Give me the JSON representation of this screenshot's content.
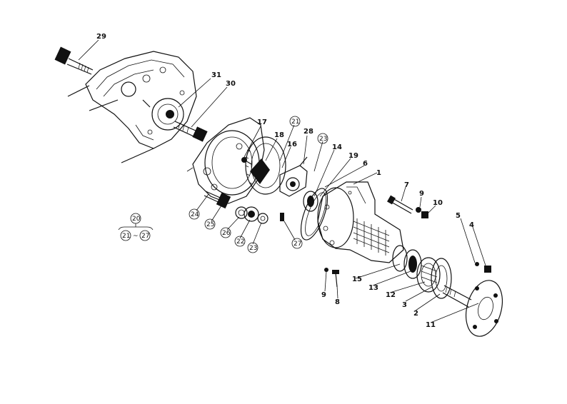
{
  "callouts": {
    "c1": "1",
    "c2": "2",
    "c3": "3",
    "c4": "4",
    "c5": "5",
    "c6": "6",
    "c7": "7",
    "c8": "8",
    "c9a": "9",
    "c9b": "9",
    "c10": "10",
    "c11": "11",
    "c12": "12",
    "c13": "13",
    "c14": "14",
    "c15": "15",
    "c16": "16",
    "c17": "17",
    "c18": "18",
    "c19": "19",
    "c21": "21",
    "c22": "22",
    "c23": "23",
    "c24": "24",
    "c25": "25",
    "c26": "26",
    "c27": "27",
    "c28": "28",
    "c29": "29",
    "c30": "30",
    "c31": "31"
  },
  "legend": {
    "top": "20",
    "left": "21",
    "dash": "~",
    "right": "27"
  }
}
